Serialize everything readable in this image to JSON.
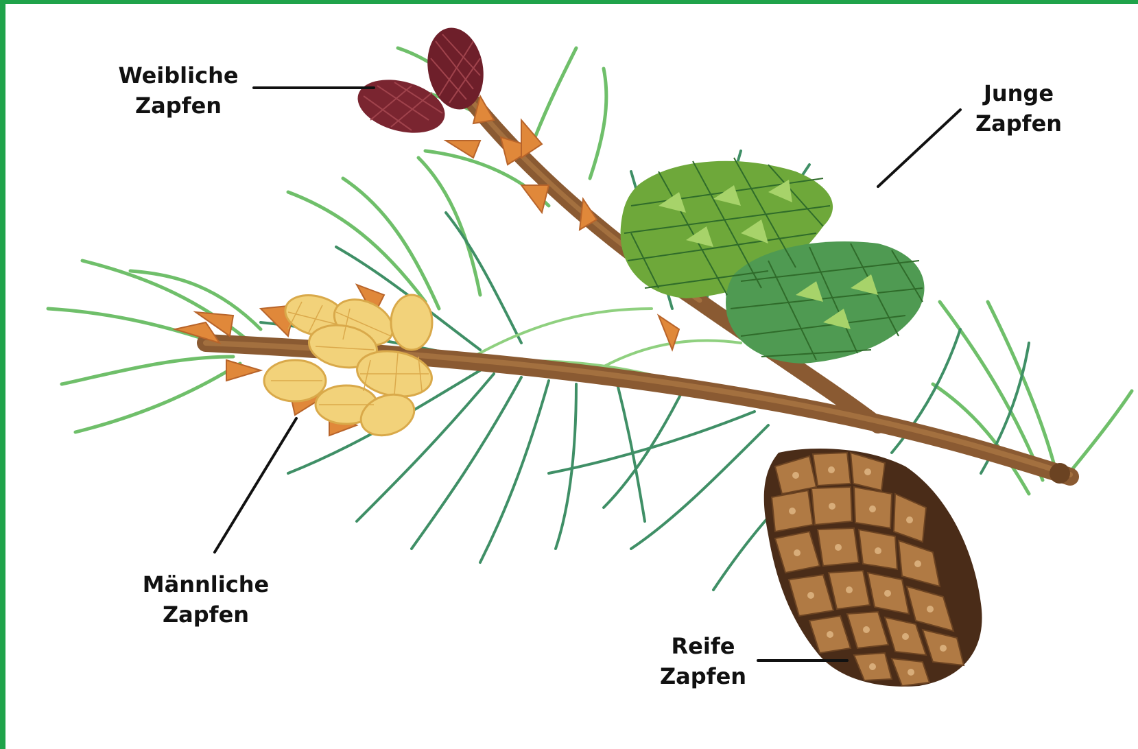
{
  "labels": {
    "female": {
      "line1": "Weibliche",
      "line2": "Zapfen"
    },
    "young": {
      "line1": "Junge",
      "line2": "Zapfen"
    },
    "male": {
      "line1": "Männliche",
      "line2": "Zapfen"
    },
    "mature": {
      "line1": "Reife",
      "line2": "Zapfen"
    }
  },
  "colors": {
    "frame": "#1fa34a",
    "branch": "#8a5a32",
    "needle": "#6fbf6a",
    "needle_dark": "#3f8f66",
    "female_cone": "#6e1f2a",
    "young_cone": "#6ea83a",
    "male_cone": "#f2d27a",
    "mature_cone": "#9a6a3e",
    "leader_line": "#111111"
  }
}
